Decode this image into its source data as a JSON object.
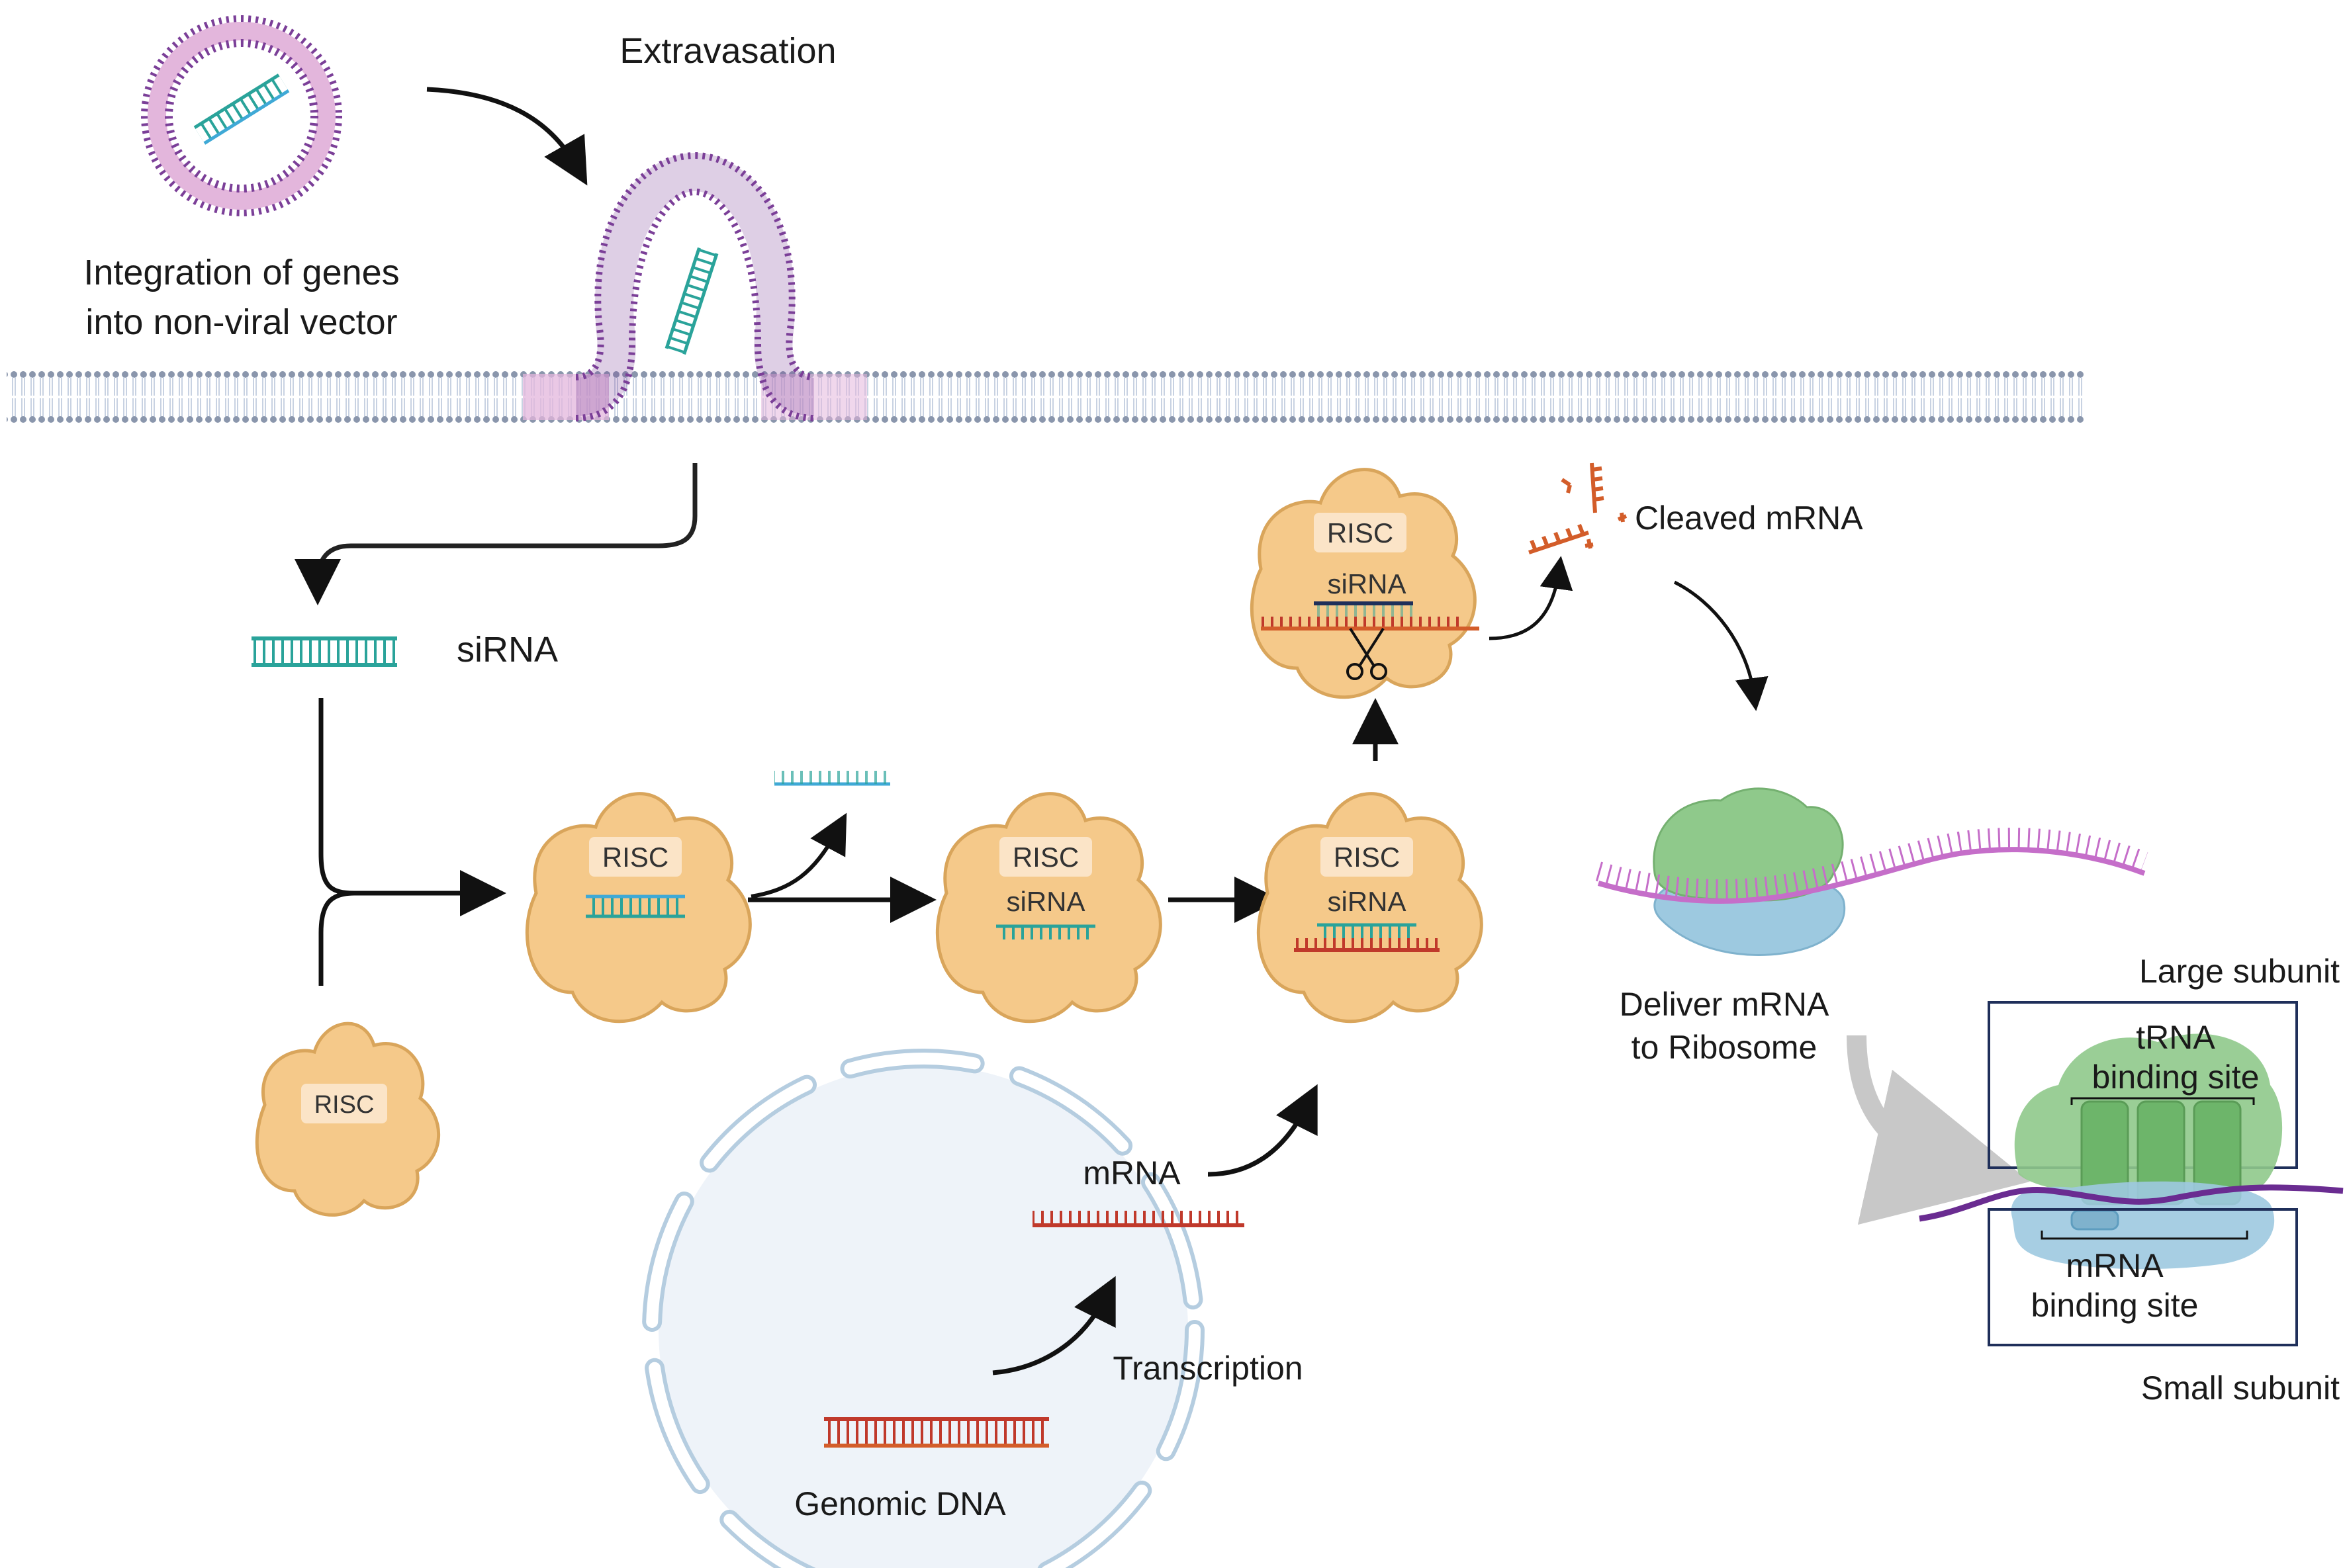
{
  "labels": {
    "extravasation": "Extravasation",
    "integration_line1": "Integration of genes",
    "integration_line2": "into non-viral vector",
    "sirna_free": "siRNA",
    "cleaved_mrna": "Cleaved mRNA",
    "deliver_line1": "Deliver mRNA",
    "deliver_line2": "to Ribosome",
    "large_subunit": "Large subunit",
    "small_subunit": "Small subunit",
    "trna_line1": "tRNA",
    "trna_line2": "binding site",
    "mrna_site_line1": "mRNA",
    "mrna_site_line2": "binding site",
    "mrna_nucleus": "mRNA",
    "transcription": "Transcription",
    "genomic_dna": "Genomic DNA"
  },
  "risc": {
    "name": "RISC",
    "sirna_label": "siRNA"
  },
  "colors": {
    "membrane": "#b8c4d8",
    "membrane_dots": "#7a869c",
    "vesicle_purple": "#7b3f98",
    "vesicle_pink": "#e3b6dc",
    "sirna_teal": "#2aa39a",
    "sirna_cyan": "#3fa9d6",
    "mrna_red": "#c0392b",
    "risc_body": "#f5c98a",
    "risc_edge": "#d9a55b",
    "ribosome_green": "#8fc98b",
    "ribosome_blue": "#9dc9e0",
    "mrna_magenta": "#c56ec9",
    "mrna_purple": "#6a2c91",
    "nucleus_fill": "#eef3f9",
    "nucleus_edge": "#b5cde0",
    "box_navy": "#1f2f5a",
    "cleaved_orange": "#d35d2a"
  }
}
